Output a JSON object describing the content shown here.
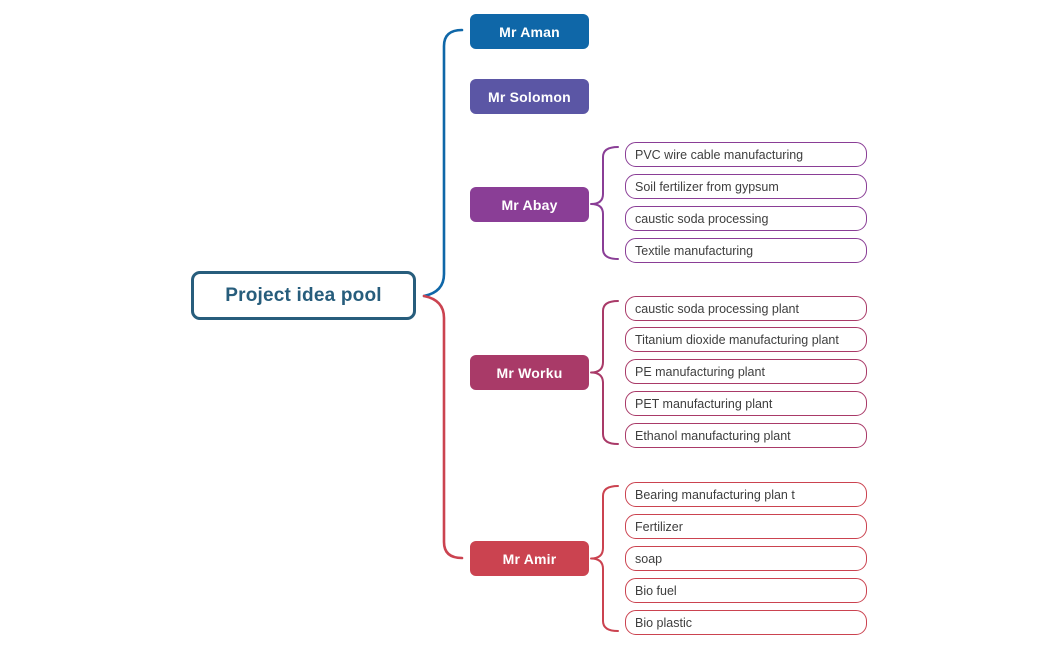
{
  "root": {
    "label": "Project idea pool"
  },
  "people": [
    {
      "name": "Mr Aman",
      "color": "#0f67a8",
      "items": []
    },
    {
      "name": "Mr Solomon",
      "color": "#5b56a5",
      "items": []
    },
    {
      "name": "Mr Abay",
      "color": "#8a3e96",
      "items": [
        "PVC wire cable manufacturing",
        "Soil fertilizer from gypsum",
        "caustic soda processing",
        "Textile manufacturing"
      ]
    },
    {
      "name": "Mr Worku",
      "color": "#a93a68",
      "items": [
        "caustic soda processing plant",
        "Titanium dioxide manufacturing plant",
        "PE manufacturing plant",
        "PET manufacturing plant",
        "Ethanol manufacturing plant"
      ]
    },
    {
      "name": "Mr Amir",
      "color": "#cb4350",
      "items": [
        "Bearing manufacturing plan t",
        "Fertilizer",
        "soap",
        "Bio fuel",
        "Bio plastic"
      ]
    }
  ],
  "colors": {
    "root_outline": "#275d7c",
    "item_text": "#3e3e3e",
    "background": "#ffffff",
    "brace_top": "#0f67a8",
    "brace_bottom": "#cb4350"
  }
}
